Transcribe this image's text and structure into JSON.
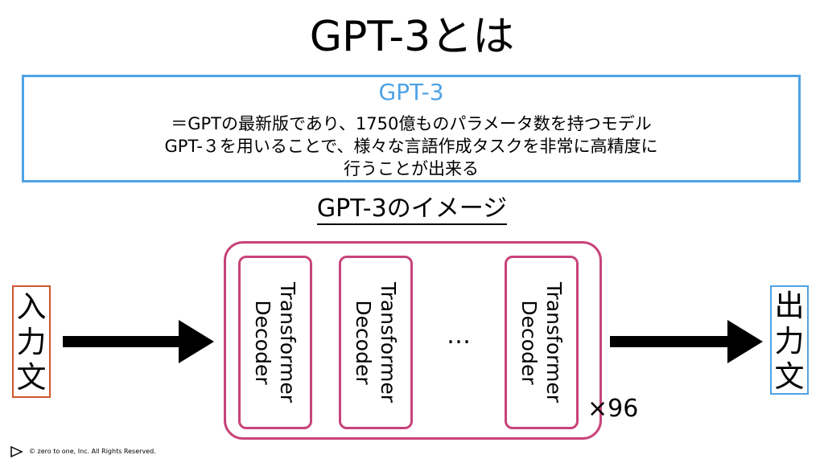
{
  "title": "GPT-3とは",
  "definition": {
    "heading": "GPT-3",
    "lines": [
      "＝GPTの最新版であり、1750億ものパラメータ数を持つモデル",
      "GPT-３を用いることで、様々な言語作成タスクを非常に高精度に",
      "行うことが出来る"
    ]
  },
  "diagram": {
    "subtitle": "GPT-3のイメージ",
    "input_label": [
      "入",
      "力",
      "文"
    ],
    "output_label": [
      "出",
      "力",
      "文"
    ],
    "block_label": [
      "Transformer",
      "Decoder"
    ],
    "ellipsis": "…",
    "repeat": "×96"
  },
  "footer": {
    "copyright": "©  zero to one, Inc. All Rights Reserved."
  },
  "colors": {
    "accent_blue": "#4ea3e6",
    "input_border": "#d2552b",
    "block_border": "#c8437a"
  },
  "icons": [
    "play-icon",
    "arrow-right-icon"
  ]
}
